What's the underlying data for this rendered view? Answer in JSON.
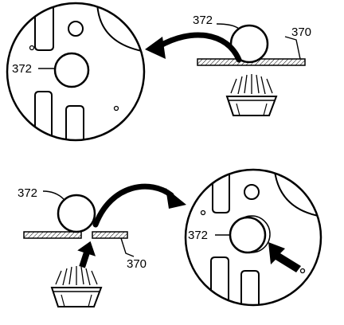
{
  "labels": {
    "roller_top": "372",
    "rail_top": "370",
    "inset_top_roller": "372",
    "roller_bottom": "372",
    "rail_bottom": "370",
    "inset_bottom_roller": "372"
  },
  "colors": {
    "ink": "#000000",
    "paper": "#ffffff"
  }
}
